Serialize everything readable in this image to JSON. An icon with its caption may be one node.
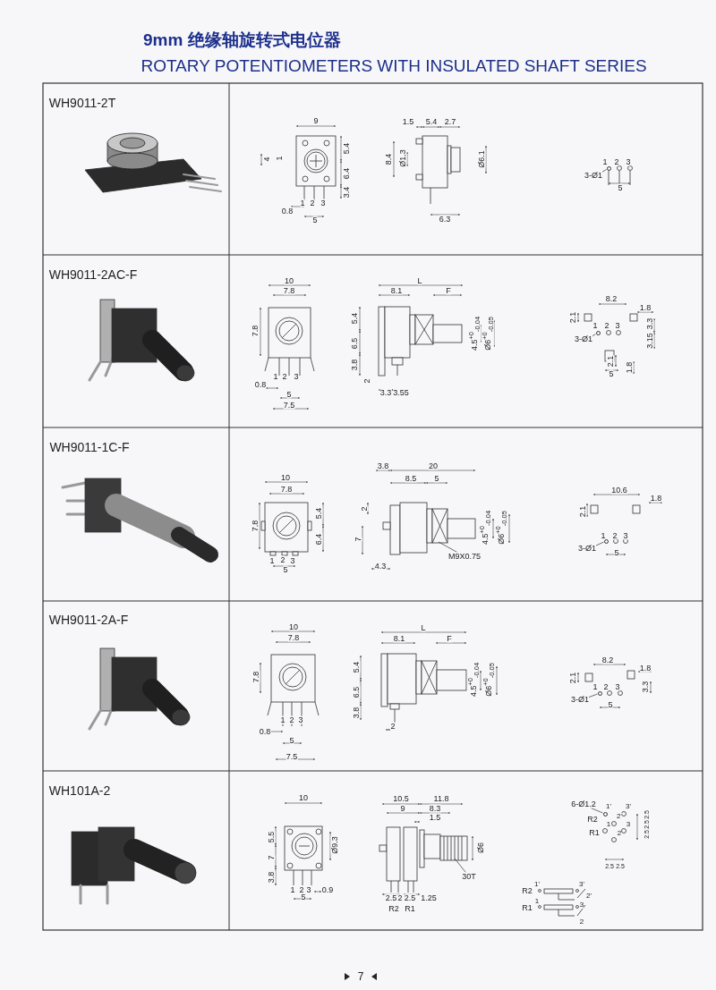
{
  "diagram": {
    "title": "9mm 绝缘轴旋转式电位器",
    "nodes": [
      {
        "text": [
          "3-Ø1"
        ]
      },
      {
        "text": [
          "3-Ø1"
        ]
      },
      {
        "text": [
          "M9X0.75"
        ]
      },
      {
        "text": [
          "3-Ø1"
        ]
      },
      {
        "text": [
          "3-Ø1"
        ]
      },
      {
        "text": [
          "30T"
        ]
      },
      {
        "text": [
          "6-Ø1.2"
        ]
      },
      {
        "text": [],
        "shape": "circle"
      },
      {
        "text": [],
        "shape": "circle"
      },
      {
        "text": [],
        "shape": "circle"
      },
      {
        "text": [],
        "shape": "circle"
      },
      {
        "text": [],
        "shape": "circle"
      }
    ],
    "edges": [
      {
        "from": 0,
        "to": 7,
        "arrow": "none"
      },
      {
        "from": 1,
        "to": 8,
        "arrow": "none"
      },
      {
        "from": 2,
        "to": null,
        "arrow": "none"
      },
      {
        "from": 3,
        "to": 9,
        "arrow": "none"
      },
      {
        "from": 4,
        "to": 10,
        "arrow": "none"
      },
      {
        "from": 5,
        "to": null,
        "arrow": "none"
      },
      {
        "from": 6,
        "to": 11,
        "arrow": "none"
      }
    ],
    "labels": [
      "ROTARY POTENTIOMETERS WITH INSULATED SHAFT SERIES",
      "WH9011-2T",
      "9",
      "4",
      "1",
      "5.4",
      "6.4",
      "3.4",
      "1",
      "2",
      "3",
      "0.8",
      "5",
      "1.5",
      "5.4",
      "2.7",
      "8.4",
      "Ø1.3",
      "Ø6.1",
      "6.3",
      "1",
      "2",
      "3",
      "5",
      "WH9011-2AC-F",
      "10",
      "7.8",
      "7.8",
      "1",
      "2",
      "3",
      "0.8",
      "5",
      "7.5",
      "L",
      "8.1",
      "F",
      "5.4",
      "6.5",
      "3.8",
      "2",
      "3.3",
      "3.55",
      "4.5$^{+0}$$_{-0.04}$",
      "Ø6$^{+0}$$_{-0.05}$",
      "8.2",
      "1.8",
      "2.1",
      "3.3",
      "1",
      "2",
      "3",
      "3.15",
      "2.1",
      "1.8",
      "5",
      "WH9011-1C-F",
      "10",
      "7.8",
      "7.8",
      "5.4",
      "6.4",
      "1",
      "2",
      "3",
      "5",
      "3.8",
      "20",
      "8.5",
      "5",
      "2",
      "7",
      "4.3",
      "4.5$^{+0}$$_{-0.04}$",
      "Ø6$^{+0}$$_{-0.05}$",
      "10.6",
      "1.8",
      "2.1",
      "1",
      "2",
      "3",
      "5",
      "WH9011-2A-F",
      "10",
      "7.8",
      "7.8",
      "1",
      "2",
      "3",
      "0.8",
      "5",
      "7.5",
      "L",
      "8.1",
      "F",
      "5.4",
      "6.5",
      "3.8",
      "2",
      "4.5$^{+0}$$_{-0.04}$",
      "Ø6$^{+0}$$_{-0.05}$",
      "8.2",
      "1.8",
      "2.1",
      "3.3",
      "1",
      "2",
      "3",
      "5",
      "WH101A-2",
      "10",
      "5.5",
      "7",
      "3.8",
      "Ø9.3",
      "1",
      "2",
      "3",
      "0.9",
      "5",
      "10.5",
      "11.8",
      "9",
      "8.3",
      "1.5",
      "Ø6",
      "2.5",
      "2",
      "2.5",
      "1.25",
      "R2",
      "R1",
      "R2",
      "1'",
      "3'",
      "2'",
      "R1",
      "1",
      "3",
      "2",
      "2.5",
      "2.5",
      "2.5",
      "2.5",
      "2.5",
      "R2",
      "1'",
      "3'",
      "2'",
      "R1",
      "1",
      "3",
      "2",
      "7"
    ]
  }
}
